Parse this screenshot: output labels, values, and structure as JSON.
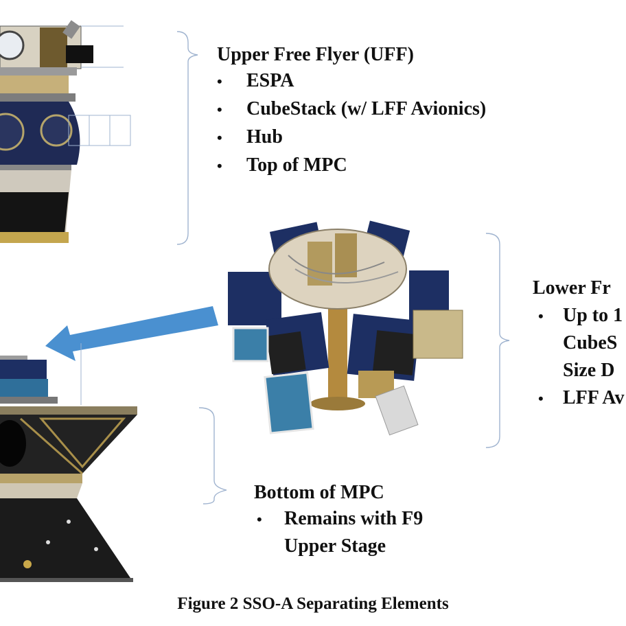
{
  "upper_free_flyer": {
    "heading": "Upper Free Flyer (UFF)",
    "items": [
      "ESPA",
      "CubeStack (w/ LFF Avionics)",
      "Hub",
      "Top of MPC"
    ]
  },
  "lower_free_flyer": {
    "heading": "Lower Fr",
    "items": [
      "Up to 1",
      "CubeS",
      "Size D",
      "LFF Av"
    ]
  },
  "bottom_of_mpc": {
    "heading": "Bottom of MPC",
    "items": [
      "Remains with F9",
      "Upper Stage"
    ]
  },
  "caption": "Figure 2 SSO-A Separating Elements",
  "colors": {
    "arrow": "#4a90d0",
    "bracket": "#9fb3cf",
    "panel_blue": "#1d2f63",
    "gold": "#b89a55",
    "black_structure": "#1b1b1b"
  }
}
